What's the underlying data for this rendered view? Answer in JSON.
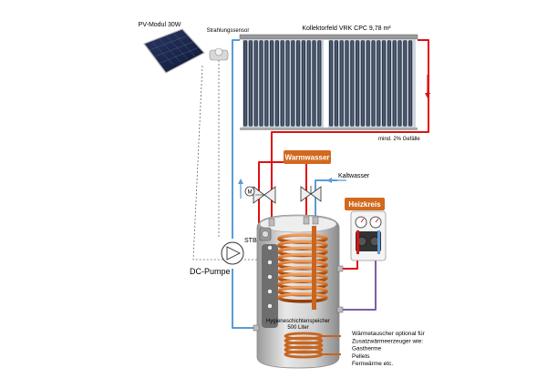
{
  "labels": {
    "pv_module": "PV-Modul 30W",
    "radiation_sensor": "Strahlungssensor",
    "collector_field": "Kollektorfeld VRK CPC  9,78 m²",
    "slope": "mind. 2% Gefälle",
    "hot_water": "Warmwasser",
    "cold_water": "Kaltwasser",
    "heating_circuit": "Heizkreis",
    "stb": "STB",
    "pump": "DC-Pumpe",
    "motor_valve": "M",
    "tank_title": "Hygieneschichtenspeicher",
    "tank_volume": "500 Liter",
    "heat_exchanger_note": [
      "Wärmetauscher optional für",
      "Zusatzwärmeerzeuger wie:",
      "Gastherme",
      "Pellets",
      "Fernwärme etc."
    ]
  },
  "colors": {
    "hot_pipe": "#e01010",
    "cold_pipe": "#5b9bd5",
    "return_pipe": "#7b5ea7",
    "coil": "#d2691e",
    "label_box": "#d2691e",
    "tank": "#c8c8c8"
  }
}
